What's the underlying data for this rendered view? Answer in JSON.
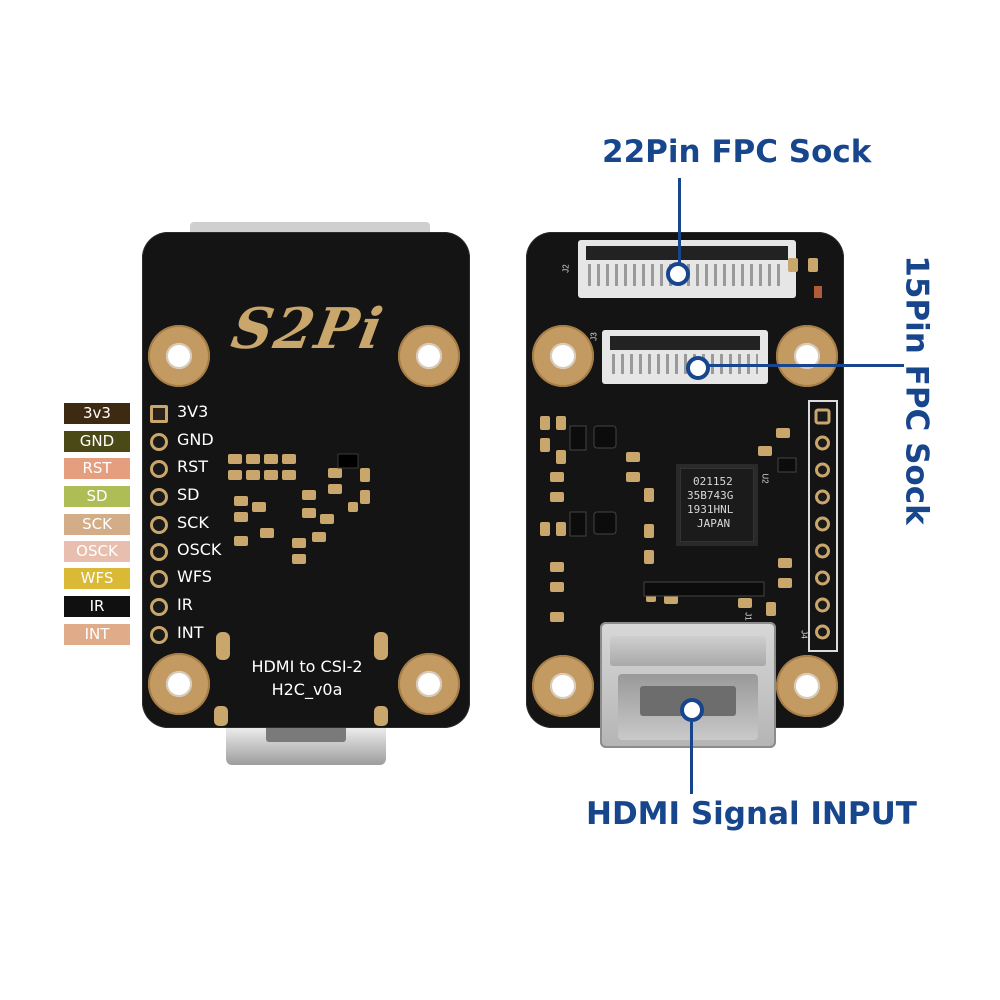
{
  "colors": {
    "callout": "#17468c",
    "board": "#141414",
    "gold": "#c39a62"
  },
  "left_board": {
    "logo": "S2Pi",
    "board_text_line1": "HDMI to CSI-2",
    "board_text_line2": "H2C_v0a",
    "pins": [
      {
        "tag": "3v3",
        "label": "3V3",
        "tag_color": "#3e2a13",
        "text_color": "#ffffff"
      },
      {
        "tag": "GND",
        "label": "GND",
        "tag_color": "#4b4a17",
        "text_color": "#ffffff"
      },
      {
        "tag": "RST",
        "label": "RST",
        "tag_color": "#e59e7e",
        "text_color": "#ffffff"
      },
      {
        "tag": "SD",
        "label": "SD",
        "tag_color": "#aebd55",
        "text_color": "#ffffff"
      },
      {
        "tag": "SCK",
        "label": "SCK",
        "tag_color": "#d3ad88",
        "text_color": "#ffffff"
      },
      {
        "tag": "OSCK",
        "label": "OSCK",
        "tag_color": "#e8bfae",
        "text_color": "#ffffff"
      },
      {
        "tag": "WFS",
        "label": "WFS",
        "tag_color": "#d9b936",
        "text_color": "#ffffff"
      },
      {
        "tag": "IR",
        "label": "IR",
        "tag_color": "#101010",
        "text_color": "#ffffff"
      },
      {
        "tag": "INT",
        "label": "INT",
        "tag_color": "#e0ab88",
        "text_color": "#ffffff"
      }
    ]
  },
  "right_board": {
    "chip_lines": [
      "021152",
      "35B743G",
      "1931HNL",
      "JAPAN"
    ],
    "silk": {
      "j2": "J2",
      "j3": "J3",
      "u2": "U2",
      "j4": "J4",
      "j1": "J1"
    }
  },
  "callouts": {
    "fpc22": "22Pin FPC Sock",
    "fpc15": "15Pin FPC Sock",
    "hdmi": "HDMI Signal INPUT"
  }
}
